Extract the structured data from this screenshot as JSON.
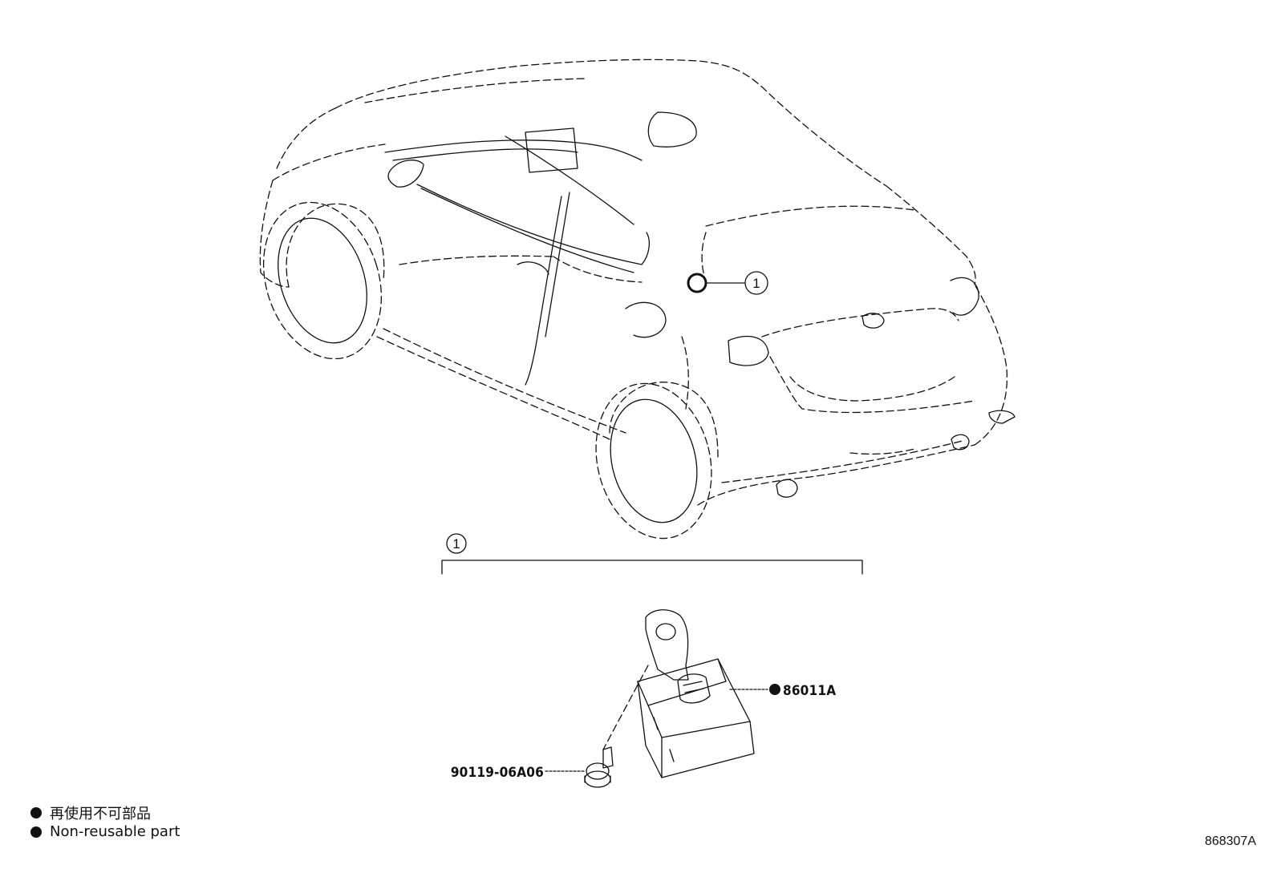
{
  "diagram": {
    "callout_number": "1",
    "parts": [
      {
        "marker": "●",
        "part_number": "86011A"
      },
      {
        "marker": "",
        "part_number": "90119-06A06"
      }
    ]
  },
  "legend": {
    "japanese": "再使用不可部品",
    "english": "Non-reusable part"
  },
  "figure_id": "868307A"
}
